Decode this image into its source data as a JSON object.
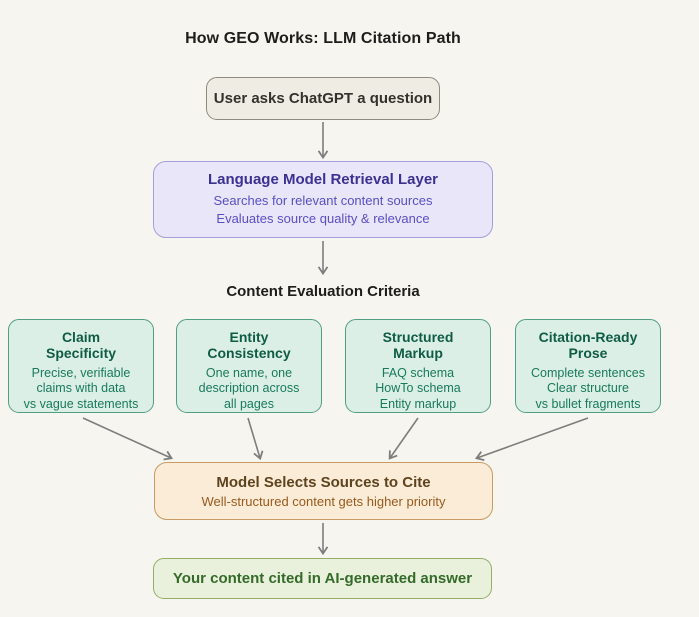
{
  "title": "How GEO Works: LLM Citation Path",
  "flow": {
    "user_question": {
      "label": "User asks ChatGPT a question"
    },
    "retrieval_layer": {
      "title": "Language Model Retrieval Layer",
      "line1": "Searches for relevant content sources",
      "line2": "Evaluates source quality & relevance"
    },
    "criteria_heading": "Content Evaluation Criteria",
    "criteria": [
      {
        "title": "Claim\nSpecificity",
        "body": "Precise, verifiable\nclaims with data\nvs vague statements"
      },
      {
        "title": "Entity\nConsistency",
        "body": "One name, one\ndescription across\nall pages"
      },
      {
        "title": "Structured\nMarkup",
        "body": "FAQ schema\nHowTo schema\nEntity markup"
      },
      {
        "title": "Citation-Ready\nProse",
        "body": "Complete sentences\nClear structure\nvs bullet fragments"
      }
    ],
    "selection": {
      "title": "Model Selects Sources to Cite",
      "subtitle": "Well-structured content gets higher priority"
    },
    "result": {
      "label": "Your content cited in AI-generated answer"
    }
  },
  "colors": {
    "background": "#f7f5ef",
    "question_box_bg": "#efece4",
    "question_box_border": "#8f8a7d",
    "retrieval_bg": "#e9e6fa",
    "retrieval_border": "#a59ede",
    "retrieval_title_text": "#3b3193",
    "retrieval_body_text": "#5a4fc2",
    "criteria_bg": "#dcefe7",
    "criteria_border": "#519e85",
    "criteria_title_text": "#0f5c45",
    "criteria_body_text": "#177a5b",
    "select_bg": "#faecd7",
    "select_border": "#c99a63",
    "select_title_text": "#5f431f",
    "select_body_text": "#9a5a1d",
    "result_bg": "#e9f1dc",
    "result_border": "#93ae66",
    "result_text": "#356b2a",
    "arrow": "#7d7d7d"
  }
}
